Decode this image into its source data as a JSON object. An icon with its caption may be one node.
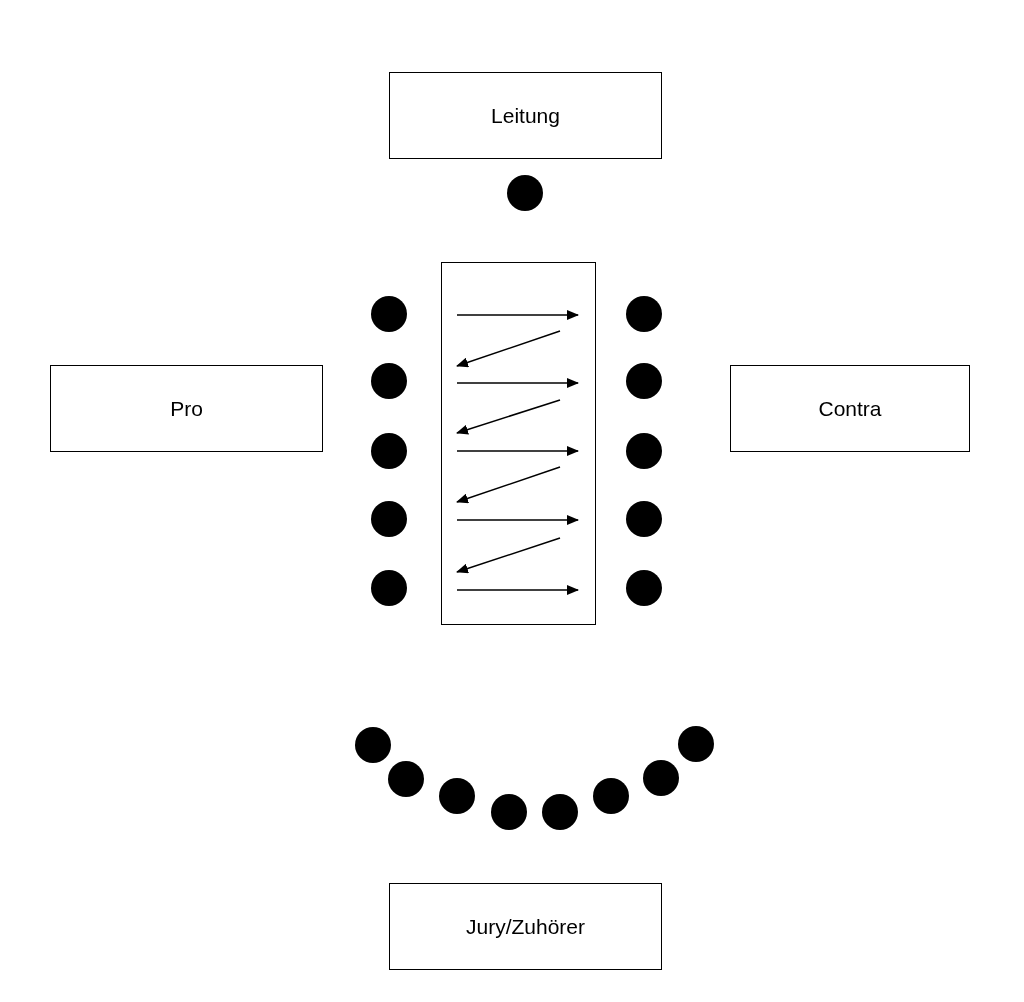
{
  "diagram": {
    "nodes": [
      {
        "text": [
          "Leitung"
        ]
      },
      {
        "text": [
          "Pro"
        ]
      },
      {
        "text": [],
        "shape": "box"
      },
      {
        "text": [
          "Contra"
        ]
      },
      {
        "text": [
          "Jury/Zuhörer"
        ]
      }
    ]
  }
}
